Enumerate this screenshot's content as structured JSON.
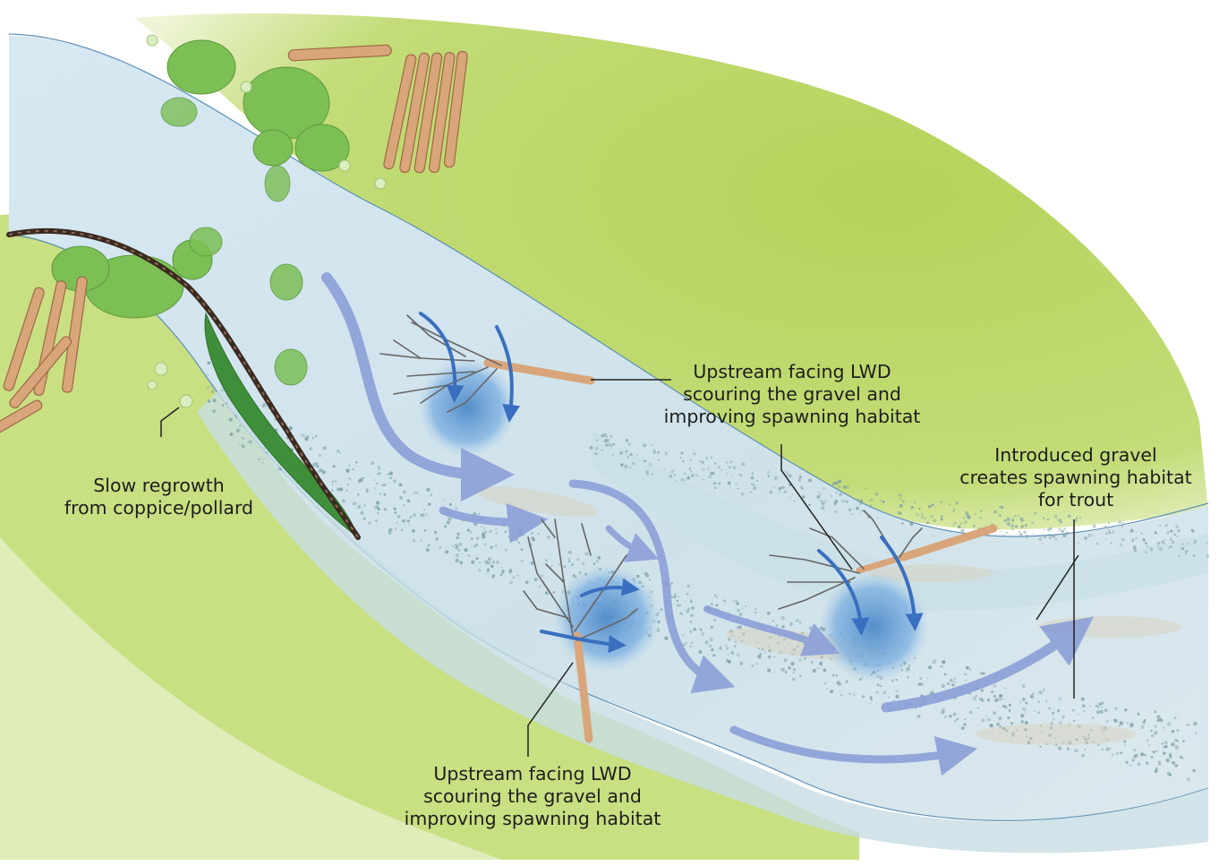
{
  "labels": {
    "lwd_upper": [
      "Upstream facing LWD",
      "scouring the gravel and",
      "improving spawning habitat"
    ],
    "lwd_lower": [
      "Upstream facing LWD",
      "scouring the gravel and",
      "improving spawning habitat"
    ],
    "regrowth": [
      "Slow regrowth",
      "from coppice/pollard"
    ],
    "gravel": [
      "Introduced gravel",
      "creates spawning habitat",
      "for trout"
    ]
  },
  "colors": {
    "bank": "#b7d55a",
    "bank_light": "#d8e9a0",
    "water": "#d3e6f0",
    "pool": "#5a95cf",
    "flow_arrow": "#8c9fd8",
    "wood": "#d9a57a",
    "tree": "#7cbf55",
    "gravel_dot": "#7fa3a6",
    "leader": "#222222"
  }
}
